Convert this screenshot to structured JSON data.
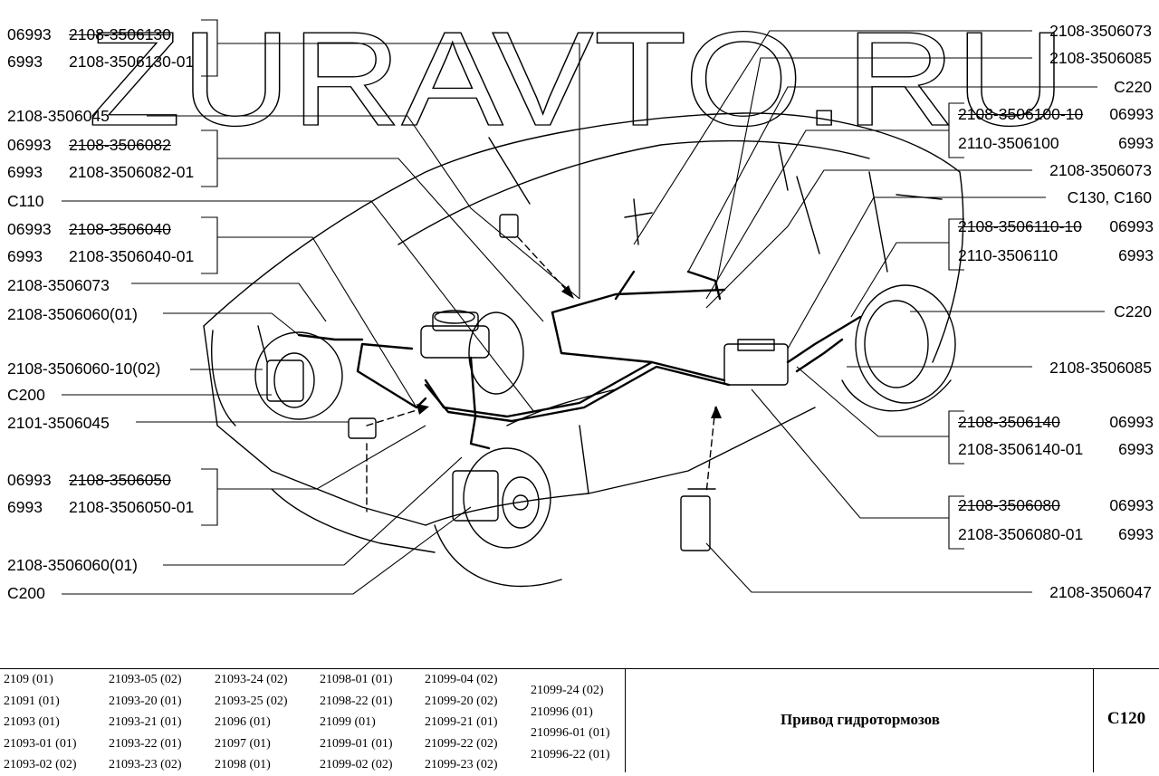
{
  "watermark": "ZURAVTO.RU",
  "labels_left": [
    {
      "id": "l1a",
      "a": "06993",
      "b": "2108-3506130",
      "strike": true
    },
    {
      "id": "l1b",
      "a": "6993",
      "b": "2108-3506130-01",
      "strike": false
    },
    {
      "id": "l2",
      "a": "",
      "b": "2108-3506045",
      "strike": false
    },
    {
      "id": "l3a",
      "a": "06993",
      "b": "2108-3506082",
      "strike": true
    },
    {
      "id": "l3b",
      "a": "6993",
      "b": "2108-3506082-01",
      "strike": false
    },
    {
      "id": "l4",
      "a": "",
      "b": "C110",
      "strike": false
    },
    {
      "id": "l5a",
      "a": "06993",
      "b": "2108-3506040",
      "strike": true
    },
    {
      "id": "l5b",
      "a": "6993",
      "b": "2108-3506040-01",
      "strike": false
    },
    {
      "id": "l6",
      "a": "",
      "b": "2108-3506073",
      "strike": false
    },
    {
      "id": "l7",
      "a": "",
      "b": "2108-3506060(01)",
      "strike": false
    },
    {
      "id": "l8",
      "a": "",
      "b": "2108-3506060-10(02)",
      "strike": false
    },
    {
      "id": "l9",
      "a": "",
      "b": "C200",
      "strike": false
    },
    {
      "id": "l10",
      "a": "",
      "b": "2101-3506045",
      "strike": false
    },
    {
      "id": "l11a",
      "a": "06993",
      "b": "2108-3506050",
      "strike": true
    },
    {
      "id": "l11b",
      "a": "6993",
      "b": "2108-3506050-01",
      "strike": false
    },
    {
      "id": "l12",
      "a": "",
      "b": "2108-3506060(01)",
      "strike": false
    },
    {
      "id": "l13",
      "a": "",
      "b": "C200",
      "strike": false
    }
  ],
  "labels_right": [
    {
      "id": "r1",
      "a": "2108-3506073",
      "b": "",
      "strike": false
    },
    {
      "id": "r2",
      "a": "2108-3506085",
      "b": "",
      "strike": false
    },
    {
      "id": "r3",
      "a": "C220",
      "b": "",
      "strike": false
    },
    {
      "id": "r4a",
      "a": "2108-3506100-10",
      "b": "06993",
      "strike": true
    },
    {
      "id": "r4b",
      "a": "2110-3506100",
      "b": "6993",
      "strike": false
    },
    {
      "id": "r5",
      "a": "2108-3506073",
      "b": "",
      "strike": false
    },
    {
      "id": "r6",
      "a": "C130, C160",
      "b": "",
      "strike": false
    },
    {
      "id": "r7a",
      "a": "2108-3506110-10",
      "b": "06993",
      "strike": true
    },
    {
      "id": "r7b",
      "a": "2110-3506110",
      "b": "6993",
      "strike": false
    },
    {
      "id": "r8",
      "a": "C220",
      "b": "",
      "strike": false
    },
    {
      "id": "r9",
      "a": "2108-3506085",
      "b": "",
      "strike": false
    },
    {
      "id": "r10a",
      "a": "2108-3506140",
      "b": "06993",
      "strike": true
    },
    {
      "id": "r10b",
      "a": "2108-3506140-01",
      "b": "6993",
      "strike": false
    },
    {
      "id": "r11a",
      "a": "2108-3506080",
      "b": "06993",
      "strike": true
    },
    {
      "id": "r11b",
      "a": "2108-3506080-01",
      "b": "6993",
      "strike": false
    },
    {
      "id": "r12",
      "a": "2108-3506047",
      "b": "",
      "strike": false
    }
  ],
  "footer": {
    "models": [
      [
        "2109 (01)",
        "21091 (01)",
        "21093 (01)",
        "21093-01 (01)",
        "21093-02 (02)"
      ],
      [
        "21093-05 (02)",
        "21093-20 (01)",
        "21093-21 (01)",
        "21093-22 (01)",
        "21093-23 (02)"
      ],
      [
        "21093-24 (02)",
        "21093-25 (02)",
        "21096 (01)",
        "21097 (01)",
        "21098 (01)"
      ],
      [
        "21098-01 (01)",
        "21098-22 (01)",
        "21099 (01)",
        "21099-01 (01)",
        "21099-02 (02)"
      ],
      [
        "21099-04 (02)",
        "21099-20 (02)",
        "21099-21 (01)",
        "21099-22 (02)",
        "21099-23 (02)"
      ],
      [
        "21099-24 (02)",
        "210996 (01)",
        "210996-01 (01)",
        "210996-22 (01)"
      ]
    ],
    "title": "Привод гидротормозов",
    "code": "C120"
  }
}
